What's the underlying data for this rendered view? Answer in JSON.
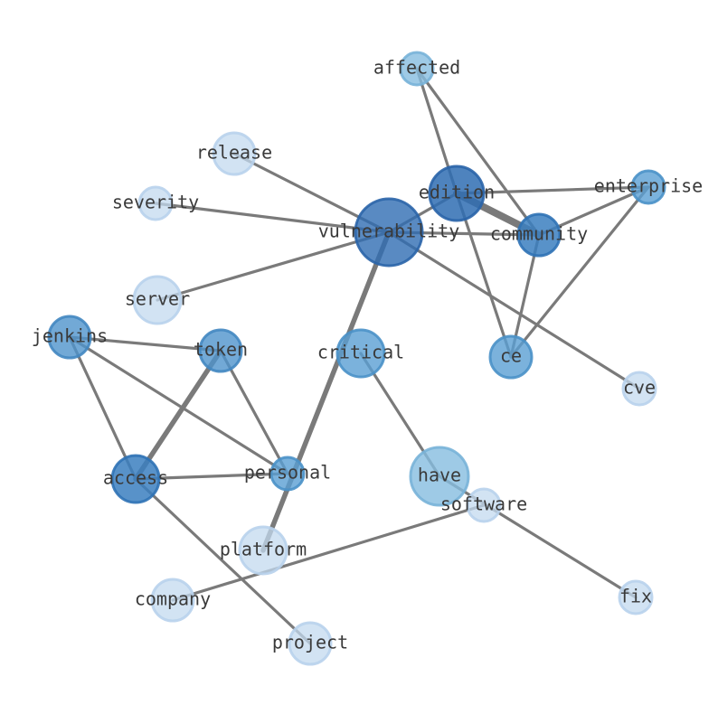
{
  "graph": {
    "nodes": [
      {
        "id": "vulnerability",
        "label": "vulnerability",
        "fill": "#2f6db3",
        "stroke": "#2a64a8",
        "opacity": 0.8
      },
      {
        "id": "edition",
        "label": "edition",
        "fill": "#2f6db3",
        "stroke": "#2a64a8",
        "opacity": 0.85
      },
      {
        "id": "community",
        "label": "community",
        "fill": "#3b7fc0",
        "stroke": "#2f72b5",
        "opacity": 0.85
      },
      {
        "id": "enterprise",
        "label": "enterprise",
        "fill": "#5a9fd3",
        "stroke": "#4a91c8",
        "opacity": 0.8
      },
      {
        "id": "affected",
        "label": "affected",
        "fill": "#86bde0",
        "stroke": "#78b2d8",
        "opacity": 0.8
      },
      {
        "id": "release",
        "label": "release",
        "fill": "#c3d9ef",
        "stroke": "#b8d2ec",
        "opacity": 0.75
      },
      {
        "id": "severity",
        "label": "severity",
        "fill": "#c3d9ef",
        "stroke": "#b8d2ec",
        "opacity": 0.75
      },
      {
        "id": "server",
        "label": "server",
        "fill": "#c3d9ef",
        "stroke": "#b8d2ec",
        "opacity": 0.75
      },
      {
        "id": "ce",
        "label": "ce",
        "fill": "#5a9fd3",
        "stroke": "#4a91c8",
        "opacity": 0.8
      },
      {
        "id": "cve",
        "label": "cve",
        "fill": "#c3d9ef",
        "stroke": "#b8d2ec",
        "opacity": 0.75
      },
      {
        "id": "critical",
        "label": "critical",
        "fill": "#5a9fd3",
        "stroke": "#4a91c8",
        "opacity": 0.8
      },
      {
        "id": "jenkins",
        "label": "jenkins",
        "fill": "#4f94cc",
        "stroke": "#4287c1",
        "opacity": 0.8
      },
      {
        "id": "token",
        "label": "token",
        "fill": "#4f94cc",
        "stroke": "#4287c1",
        "opacity": 0.8
      },
      {
        "id": "access",
        "label": "access",
        "fill": "#3b7fc0",
        "stroke": "#2f72b5",
        "opacity": 0.85
      },
      {
        "id": "personal",
        "label": "personal",
        "fill": "#5a9fd3",
        "stroke": "#4a91c8",
        "opacity": 0.8
      },
      {
        "id": "have",
        "label": "have",
        "fill": "#86bde0",
        "stroke": "#78b2d8",
        "opacity": 0.8
      },
      {
        "id": "software",
        "label": "software",
        "fill": "#c3d9ef",
        "stroke": "#b8d2ec",
        "opacity": 0.75
      },
      {
        "id": "platform",
        "label": "platform",
        "fill": "#c3d9ef",
        "stroke": "#b8d2ec",
        "opacity": 0.75
      },
      {
        "id": "company",
        "label": "company",
        "fill": "#c3d9ef",
        "stroke": "#b8d2ec",
        "opacity": 0.75
      },
      {
        "id": "project",
        "label": "project",
        "fill": "#c3d9ef",
        "stroke": "#b8d2ec",
        "opacity": 0.75
      },
      {
        "id": "fix",
        "label": "fix",
        "fill": "#c3d9ef",
        "stroke": "#b8d2ec",
        "opacity": 0.75
      }
    ],
    "edges": [
      {
        "source": "edition",
        "target": "community",
        "weight": 4
      },
      {
        "source": "vulnerability",
        "target": "platform",
        "weight": 3
      },
      {
        "source": "token",
        "target": "access",
        "weight": 3
      },
      {
        "source": "vulnerability",
        "target": "edition",
        "weight": 1
      },
      {
        "source": "vulnerability",
        "target": "community",
        "weight": 1
      },
      {
        "source": "vulnerability",
        "target": "release",
        "weight": 1
      },
      {
        "source": "vulnerability",
        "target": "severity",
        "weight": 1
      },
      {
        "source": "vulnerability",
        "target": "server",
        "weight": 1
      },
      {
        "source": "vulnerability",
        "target": "cve",
        "weight": 1
      },
      {
        "source": "edition",
        "target": "enterprise",
        "weight": 1
      },
      {
        "source": "edition",
        "target": "ce",
        "weight": 1
      },
      {
        "source": "affected",
        "target": "edition",
        "weight": 1
      },
      {
        "source": "affected",
        "target": "community",
        "weight": 1
      },
      {
        "source": "community",
        "target": "enterprise",
        "weight": 1
      },
      {
        "source": "community",
        "target": "ce",
        "weight": 1
      },
      {
        "source": "enterprise",
        "target": "ce",
        "weight": 1
      },
      {
        "source": "critical",
        "target": "have",
        "weight": 1
      },
      {
        "source": "jenkins",
        "target": "token",
        "weight": 1
      },
      {
        "source": "jenkins",
        "target": "access",
        "weight": 1
      },
      {
        "source": "jenkins",
        "target": "personal",
        "weight": 1
      },
      {
        "source": "token",
        "target": "personal",
        "weight": 1
      },
      {
        "source": "access",
        "target": "personal",
        "weight": 1
      },
      {
        "source": "access",
        "target": "project",
        "weight": 1
      },
      {
        "source": "have",
        "target": "fix",
        "weight": 1
      },
      {
        "source": "software",
        "target": "company",
        "weight": 1
      }
    ],
    "edge_color": "#7a7a7a"
  }
}
